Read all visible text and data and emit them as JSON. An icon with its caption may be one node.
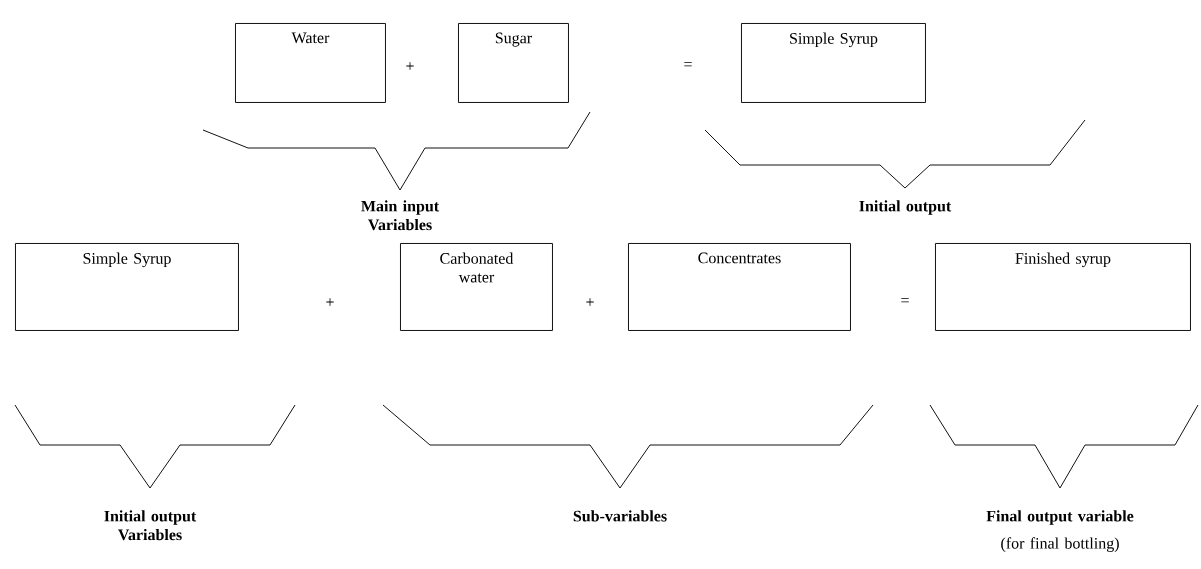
{
  "diagram": {
    "nodes": [
      {
        "text": [
          "Water"
        ]
      },
      {
        "text": [
          "Sugar"
        ]
      },
      {
        "text": [
          "Simple Syrup"
        ]
      },
      {
        "text": [
          "Simple Syrup"
        ]
      },
      {
        "text": [
          "Carbonated water"
        ]
      },
      {
        "text": [
          "Concentrates"
        ]
      },
      {
        "text": [
          "Finished syrup"
        ]
      }
    ],
    "labels": [
      "+",
      "=",
      "Main input Variables",
      "Initial output",
      "+",
      "+",
      "=",
      "Initial output Variables",
      "Sub-variables",
      "Final output variable",
      "(for final bottling)"
    ]
  }
}
